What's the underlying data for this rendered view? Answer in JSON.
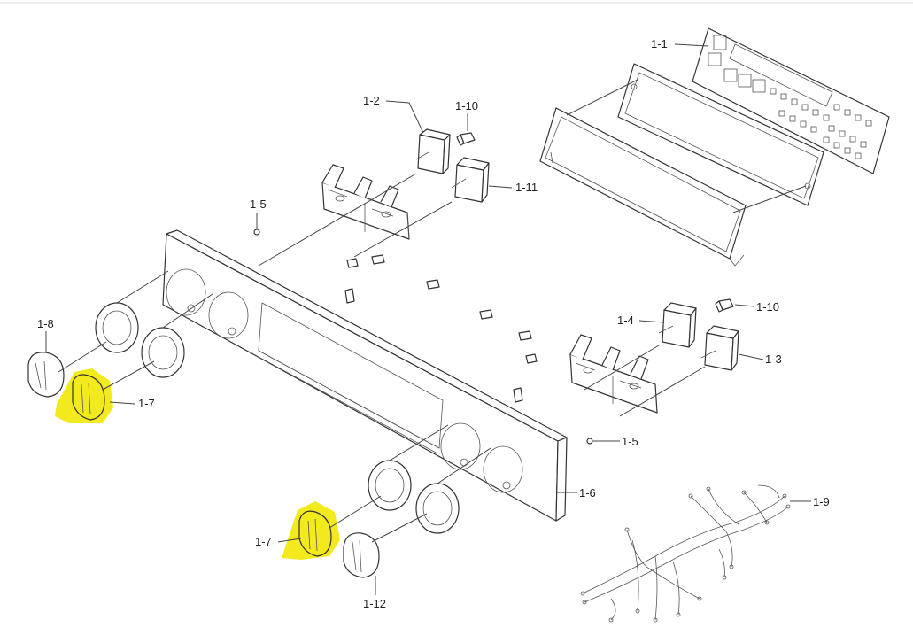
{
  "diagram": {
    "highlight_color": "#f2ea1c",
    "labels": {
      "l_1_1": "1-1",
      "l_1_2": "1-2",
      "l_1_10a": "1-10",
      "l_1_11": "1-11",
      "l_1_5a": "1-5",
      "l_1_10b": "1-10",
      "l_1_4": "1-4",
      "l_1_3": "1-3",
      "l_1_5b": "1-5",
      "l_1_8": "1-8",
      "l_1_7a": "1-7",
      "l_1_6": "1-6",
      "l_1_9": "1-9",
      "l_1_7b": "1-7",
      "l_1_12": "1-12"
    }
  }
}
